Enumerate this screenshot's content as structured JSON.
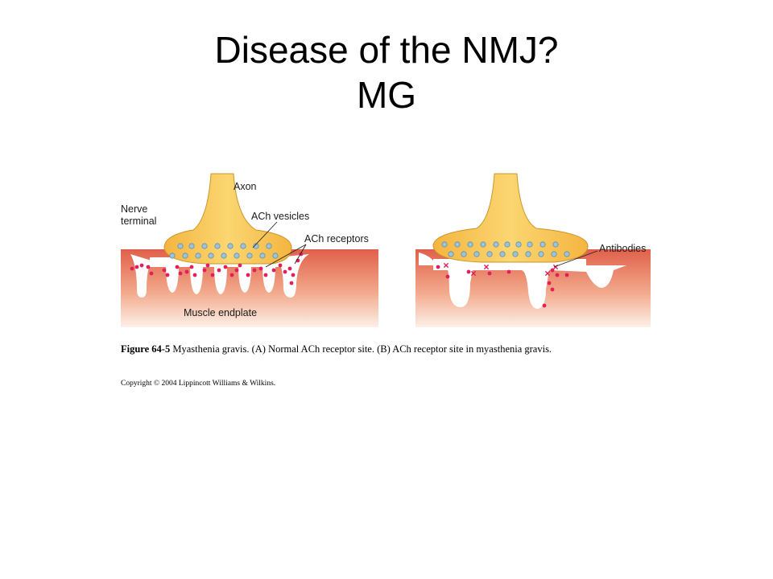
{
  "title": {
    "line1": "Disease of the NMJ?",
    "line2": "MG"
  },
  "figure": {
    "labels": {
      "axon": "Axon",
      "nerve_terminal_1": "Nerve",
      "nerve_terminal_2": "terminal",
      "ach_vesicles": "ACh vesicles",
      "ach_receptors": "ACh receptors",
      "muscle_endplate": "Muscle endplate",
      "antibodies": "Antibodies"
    },
    "caption": {
      "number": "Figure 64-5",
      "text": " Myasthenia gravis. (A) Normal ACh receptor site. (B) ACh receptor site in myasthenia gravis."
    },
    "copyright": "Copyright © 2004 Lippincott Williams & Wilkins."
  },
  "colors": {
    "muscle_top": "#e0604a",
    "muscle_bottom": "#fbe3d6",
    "nerve_fill": "#f7c553",
    "nerve_stroke": "#c9952a",
    "vesicle_fill": "#9cc3da",
    "receptor_fill": "#e0205a",
    "antibody_color": "#d9205a"
  }
}
